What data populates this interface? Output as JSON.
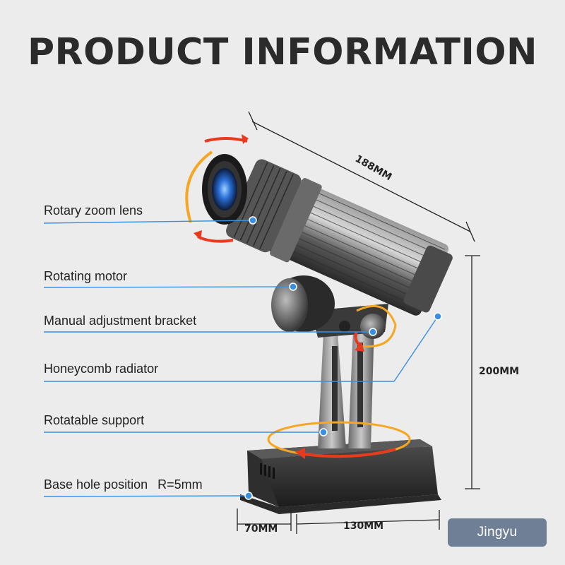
{
  "title": "PRODUCT INFORMATION",
  "callouts": [
    {
      "label": "Rotary zoom lens"
    },
    {
      "label": "Rotating motor"
    },
    {
      "label": "Manual adjustment bracket"
    },
    {
      "label": "Honeycomb radiator"
    },
    {
      "label": "Rotatable support"
    },
    {
      "label": "Base hole position",
      "extra": "R=5mm"
    }
  ],
  "dimensions": {
    "length": "188MM",
    "height": "200MM",
    "base_depth": "70MM",
    "base_width": "130MM"
  },
  "brand": "Jingyu",
  "colors": {
    "background": "#ececec",
    "callout_line": "#3a8fe0",
    "rotation_arrow": "#e83a1f",
    "rotation_arc": "#f5a623",
    "brand_badge": "#6f7f96"
  }
}
